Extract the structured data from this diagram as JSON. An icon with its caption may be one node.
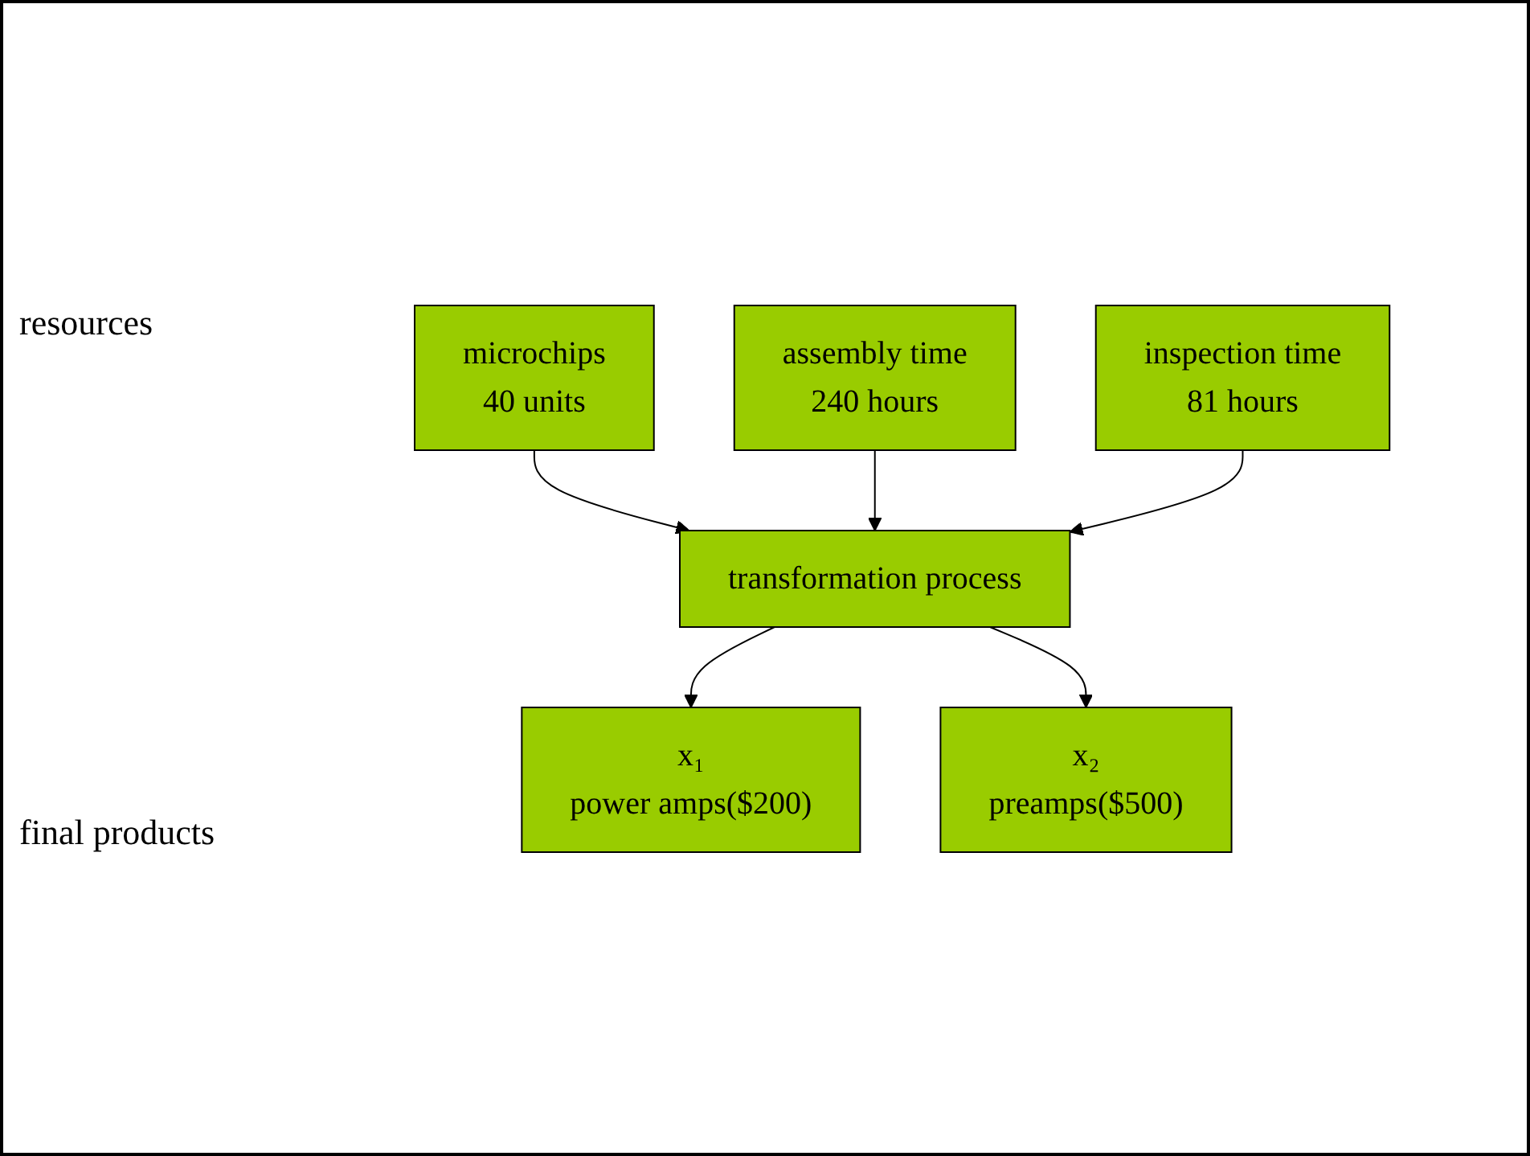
{
  "diagram": {
    "nodes": [
      {
        "text": [
          "microchips",
          "40 units"
        ]
      },
      {
        "text": [
          "assembly time",
          "240 hours"
        ]
      },
      {
        "text": [
          "inspection time",
          "81 hours"
        ]
      },
      {
        "text": [
          "transformation process"
        ]
      },
      {
        "text": [
          "x₁",
          "power amps($200)"
        ]
      },
      {
        "text": [
          "x₂",
          "preamps($500)"
        ]
      }
    ],
    "edges": [
      {
        "from": 0,
        "to": 3,
        "arrow": "to"
      },
      {
        "from": 1,
        "to": 3,
        "arrow": "to"
      },
      {
        "from": 2,
        "to": 3,
        "arrow": "to"
      },
      {
        "from": 3,
        "to": 4,
        "arrow": "to"
      },
      {
        "from": 3,
        "to": 5,
        "arrow": "to"
      }
    ],
    "labels": [
      "resources",
      "final products"
    ]
  }
}
